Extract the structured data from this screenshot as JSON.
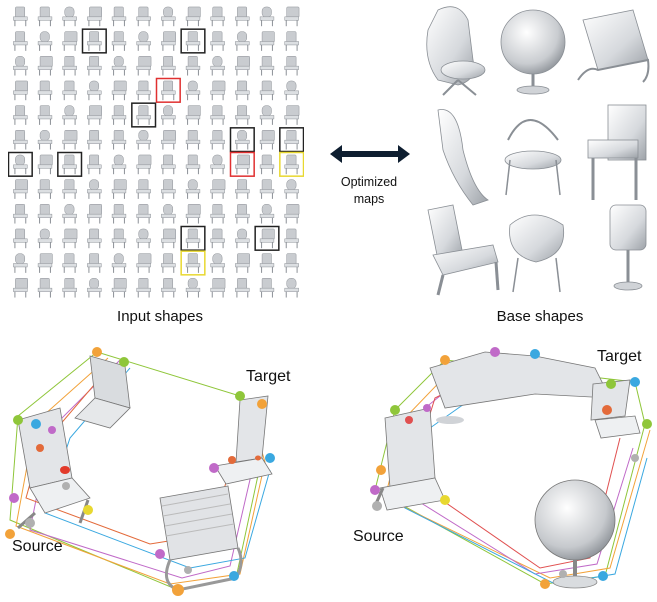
{
  "figure": {
    "input_caption": "Input shapes",
    "base_caption": "Base shapes",
    "arrow_label": "Optimized\nmaps",
    "left_panel": {
      "target_label": "Target",
      "source_label": "Source"
    },
    "right_panel": {
      "target_label": "Target",
      "source_label": "Source"
    }
  },
  "colors": {
    "highlight_black": "#222222",
    "highlight_red": "#e03030",
    "highlight_yellow": "#e8d830",
    "arrow": "#0e1e30",
    "chair": "#cfd2d6",
    "point_palette": [
      "#f2a23a",
      "#3aa8e0",
      "#8fc63a",
      "#c06ac8",
      "#e36a3a",
      "#b0b0b0",
      "#e05050"
    ]
  },
  "icons": {
    "arrow": "double-headed-arrow-icon",
    "chair_thumbnail": "chair-icon"
  }
}
